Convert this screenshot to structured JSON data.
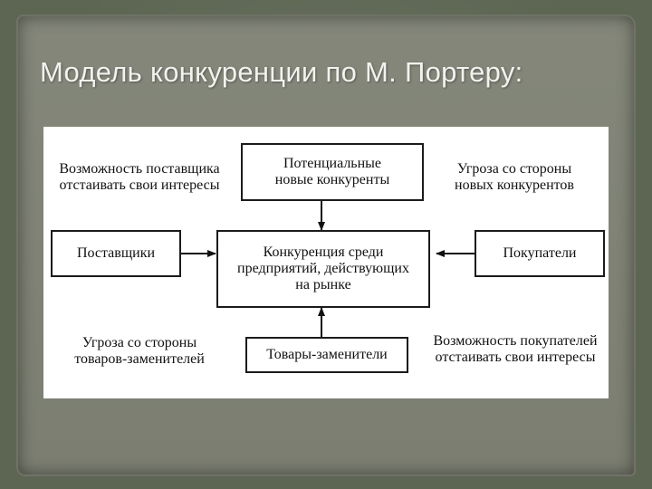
{
  "slide": {
    "title": "Модель конкуренции по М. Портеру:"
  },
  "diagram": {
    "center": "Конкуренция среди\nпредприятий, действующих\nна рынке",
    "top": "Потенциальные\nновые конкуренты",
    "left": "Поставщики",
    "right": "Покупатели",
    "bottom": "Товары-заменители",
    "note_top_left": "Возможность поставщика\nотстаивать свои интересы",
    "note_top_right": "Угроза со стороны\nновых конкурентов",
    "note_bottom_left": "Угроза со стороны\nтоваров-заменителей",
    "note_bottom_right": "Возможность покупателей\nотстаивать свои интересы"
  }
}
